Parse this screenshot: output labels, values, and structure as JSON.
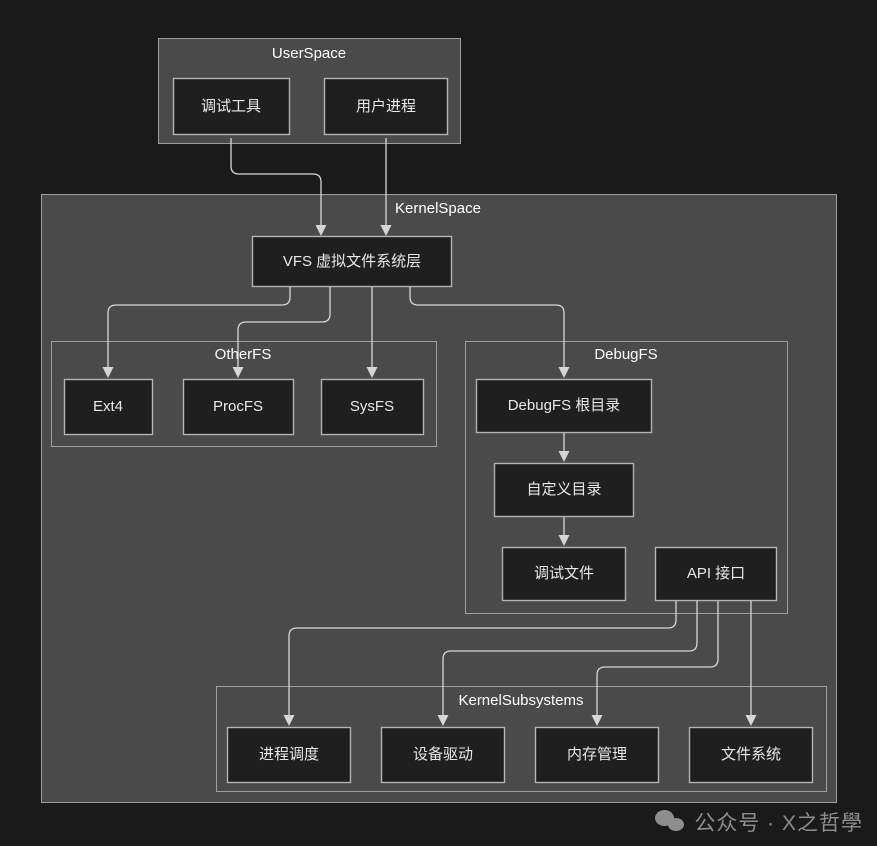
{
  "diagram": {
    "background_color": "#1a1a1a",
    "cluster_fill": "#4a4a4a",
    "cluster_stroke": "#9e9e9e",
    "node_fill": "#1f1f1f",
    "node_stroke": "#b3b3b3",
    "edge_color": "#d6d6d6",
    "clusters": [
      {
        "id": "userspace",
        "label": "UserSpace"
      },
      {
        "id": "kernelspace",
        "label": "KernelSpace"
      },
      {
        "id": "otherfs",
        "label": "OtherFS"
      },
      {
        "id": "debugfs",
        "label": "DebugFS"
      },
      {
        "id": "kernelsubsystems",
        "label": "KernelSubsystems"
      }
    ],
    "nodes": [
      {
        "id": "debug-tool",
        "label": "调试工具"
      },
      {
        "id": "user-process",
        "label": "用户进程"
      },
      {
        "id": "vfs",
        "label": "VFS 虚拟文件系统层"
      },
      {
        "id": "ext4",
        "label": "Ext4"
      },
      {
        "id": "procfs",
        "label": "ProcFS"
      },
      {
        "id": "sysfs",
        "label": "SysFS"
      },
      {
        "id": "debugfs-root",
        "label": "DebugFS 根目录"
      },
      {
        "id": "custom-dir",
        "label": "自定义目录"
      },
      {
        "id": "debug-file",
        "label": "调试文件"
      },
      {
        "id": "api-interface",
        "label": "API 接口"
      },
      {
        "id": "proc-sched",
        "label": "进程调度"
      },
      {
        "id": "device-driver",
        "label": "设备驱动"
      },
      {
        "id": "memory-mgmt",
        "label": "内存管理"
      },
      {
        "id": "file-system",
        "label": "文件系统"
      }
    ]
  },
  "watermark": {
    "icon": "wechat-icon",
    "text": "公众号 · X之哲學"
  }
}
